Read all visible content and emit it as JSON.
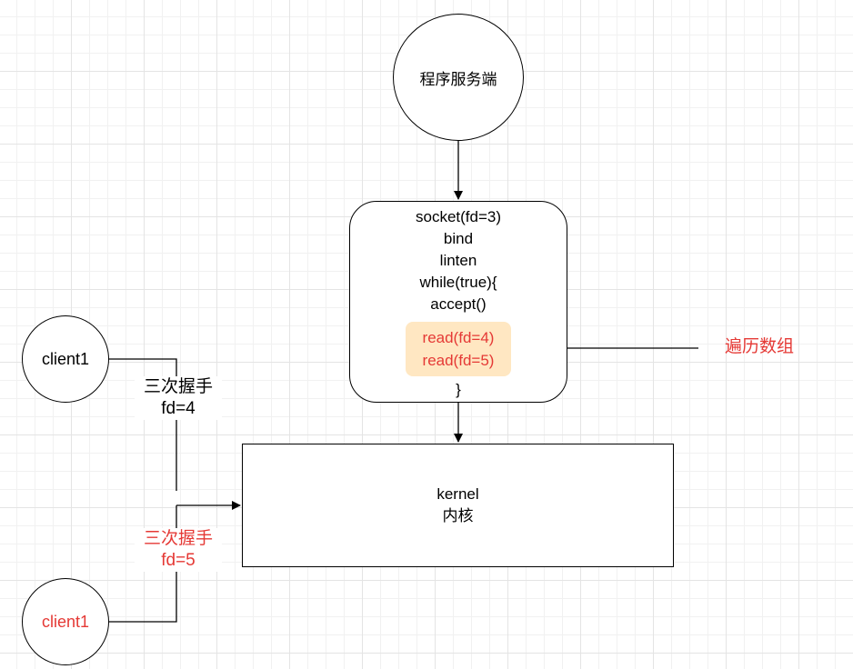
{
  "server": {
    "label": "程序服务端"
  },
  "process": {
    "lines": [
      "socket(fd=3)",
      "bind",
      "linten",
      "while(true){",
      "accept()"
    ],
    "reads": [
      "read(fd=4)",
      "read(fd=5)"
    ],
    "closing": "}"
  },
  "kernel": {
    "line1": "kernel",
    "line2": "内核"
  },
  "clients": [
    {
      "label": "client1",
      "handshake": "三次握手",
      "fd": "fd=4"
    },
    {
      "label": "client1",
      "handshake": "三次握手",
      "fd": "fd=5"
    }
  ],
  "loop_label": "遍历数组",
  "colors": {
    "accent_red": "#e53935",
    "highlight_bg": "#ffe7c2"
  }
}
